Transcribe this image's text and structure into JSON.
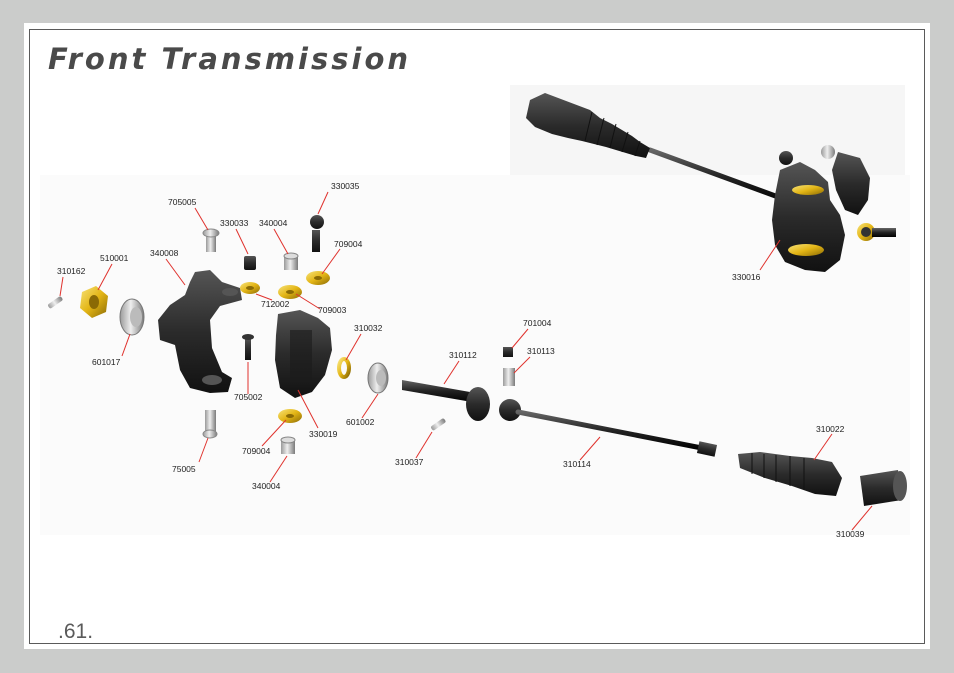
{
  "title": "Front Transmission",
  "page_number": ".61.",
  "parts": [
    {
      "id": "p1",
      "label": "310162"
    },
    {
      "id": "p2",
      "label": "510001"
    },
    {
      "id": "p3",
      "label": "601017"
    },
    {
      "id": "p4",
      "label": "340008"
    },
    {
      "id": "p5",
      "label": "705005"
    },
    {
      "id": "p6",
      "label": "75005"
    },
    {
      "id": "p7",
      "label": "330033"
    },
    {
      "id": "p8",
      "label": "705002"
    },
    {
      "id": "p9",
      "label": "340004"
    },
    {
      "id": "p10",
      "label": "330035"
    },
    {
      "id": "p11",
      "label": "709004"
    },
    {
      "id": "p12",
      "label": "712002"
    },
    {
      "id": "p13",
      "label": "709003"
    },
    {
      "id": "p14",
      "label": "330019"
    },
    {
      "id": "p15",
      "label": "709004"
    },
    {
      "id": "p16",
      "label": "340004"
    },
    {
      "id": "p17",
      "label": "310032"
    },
    {
      "id": "p18",
      "label": "601002"
    },
    {
      "id": "p19",
      "label": "310112"
    },
    {
      "id": "p20",
      "label": "310037"
    },
    {
      "id": "p21",
      "label": "701004"
    },
    {
      "id": "p22",
      "label": "310113"
    },
    {
      "id": "p23",
      "label": "310114"
    },
    {
      "id": "p24",
      "label": "310022"
    },
    {
      "id": "p25",
      "label": "310039"
    },
    {
      "id": "p26",
      "label": "330016"
    }
  ],
  "colors": {
    "accent_gold": "#e3b515",
    "leader_red": "#e0322d",
    "part_dark": "#2a2a2a",
    "frame": "#5a5a5a"
  }
}
